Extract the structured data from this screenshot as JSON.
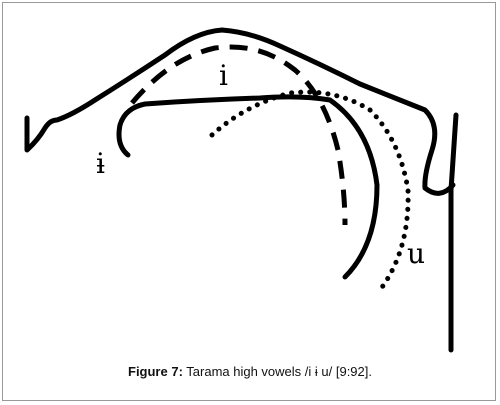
{
  "vowels": {
    "i": "i",
    "barred_i": "ɨ",
    "u": "u"
  },
  "caption": {
    "label": "Figure 7:",
    "text": " Tarama high vowels /i ɨ u/ [9:92]."
  },
  "colors": {
    "line": "#000000",
    "frame": "#999999",
    "background": "#ffffff"
  }
}
